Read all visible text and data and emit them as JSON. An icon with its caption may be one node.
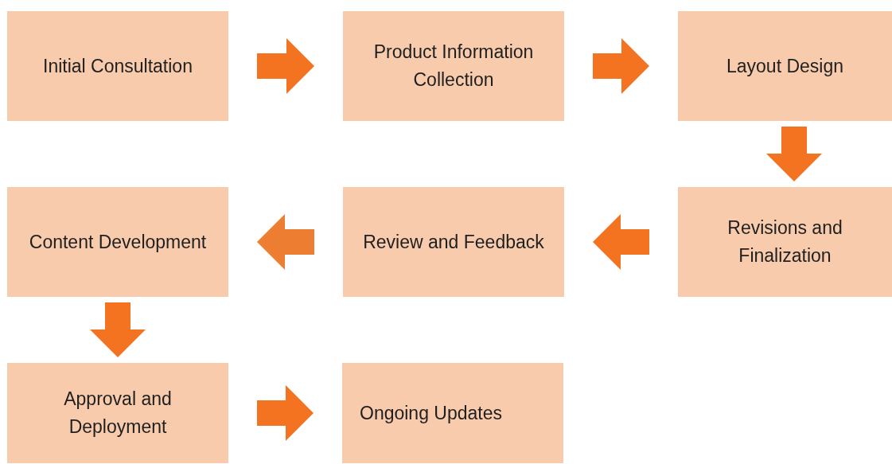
{
  "diagram": {
    "nodes": [
      {
        "text": [
          "Initial Consultation"
        ]
      },
      {
        "text": [
          "Product Information Collection"
        ]
      },
      {
        "text": [
          "Layout Design"
        ]
      },
      {
        "text": [
          "Content Development"
        ]
      },
      {
        "text": [
          "Review and Feedback"
        ]
      },
      {
        "text": [
          "Revisions and Finalization"
        ]
      },
      {
        "text": [
          "Approval and Deployment"
        ]
      },
      {
        "text": [
          "Ongoing Updates"
        ]
      }
    ],
    "edges": [
      {
        "from": 0,
        "to": 1,
        "arrow": "to"
      },
      {
        "from": 1,
        "to": 2,
        "arrow": "to"
      },
      {
        "from": 2,
        "to": 5,
        "arrow": "to"
      },
      {
        "from": 5,
        "to": 4,
        "arrow": "to"
      },
      {
        "from": 4,
        "to": 3,
        "arrow": "to",
        "color": "#ed7d31"
      },
      {
        "from": 3,
        "to": 6,
        "arrow": "to"
      },
      {
        "from": 6,
        "to": 7,
        "arrow": "to"
      }
    ]
  }
}
